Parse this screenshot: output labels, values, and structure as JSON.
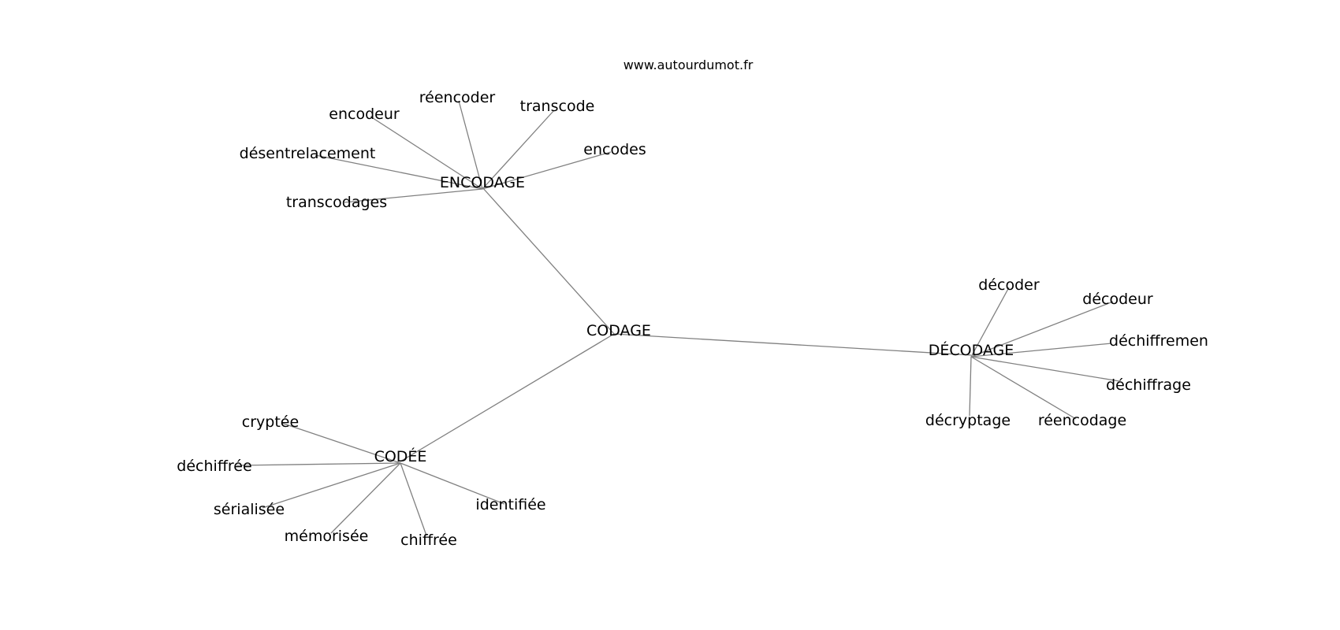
{
  "source": "www.autourdumot.fr",
  "center": {
    "id": "codage",
    "label": "CODAGE"
  },
  "hubs": [
    {
      "id": "encodage",
      "label": "ENCODAGE",
      "leaves": [
        "encodeur",
        "réencoder",
        "transcode",
        "encodes",
        "désentrelacement",
        "transcodages"
      ]
    },
    {
      "id": "decodage",
      "label": "DÉCODAGE",
      "leaves": [
        "décoder",
        "décodeur",
        "déchiffremen",
        "déchiffrage",
        "décryptage",
        "réencodage"
      ]
    },
    {
      "id": "codee",
      "label": "CODÉE",
      "leaves": [
        "cryptée",
        "déchiffrée",
        "sérialisée",
        "mémorisée",
        "chiffrée",
        "identifiée"
      ]
    }
  ]
}
